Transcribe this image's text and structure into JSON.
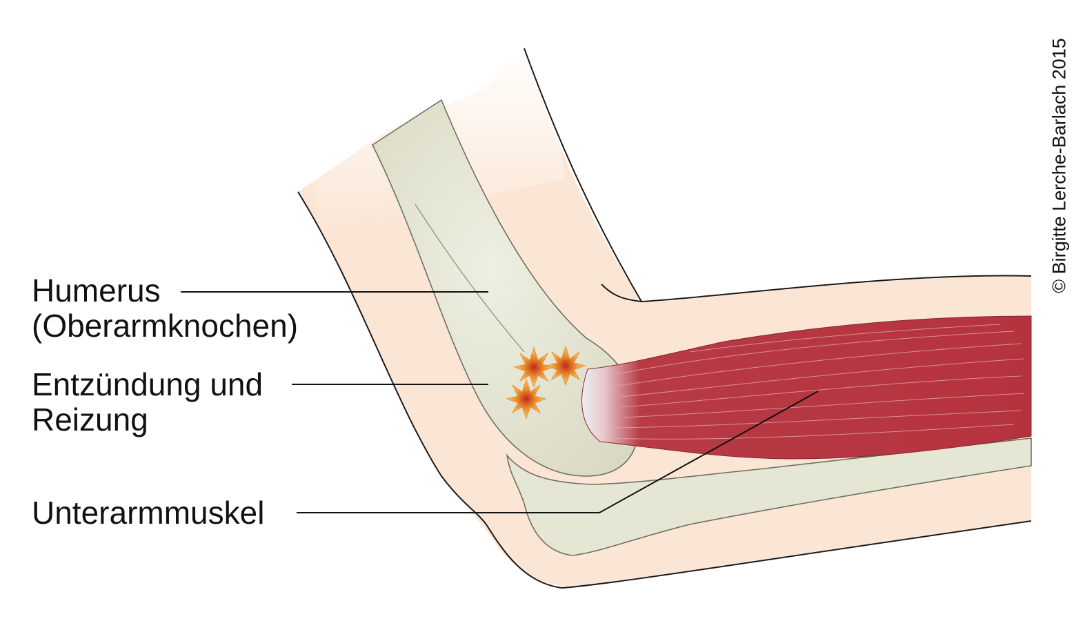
{
  "labels": {
    "humerus_line1": "Humerus",
    "humerus_line2": "(Oberarmknochen)",
    "inflammation_line1": "Entzündung und",
    "inflammation_line2": "Reizung",
    "forearm_muscle": "Unterarmmuskel"
  },
  "copyright": "© Birgitte Lerche-Barlach 2015",
  "colors": {
    "skin": "#fbe6d6",
    "bone": "#e6e6d4",
    "muscle": "#b73a45",
    "tendon": "#e8f0f3",
    "outline": "#1a1a1a",
    "inflammation": "#e8962e"
  }
}
